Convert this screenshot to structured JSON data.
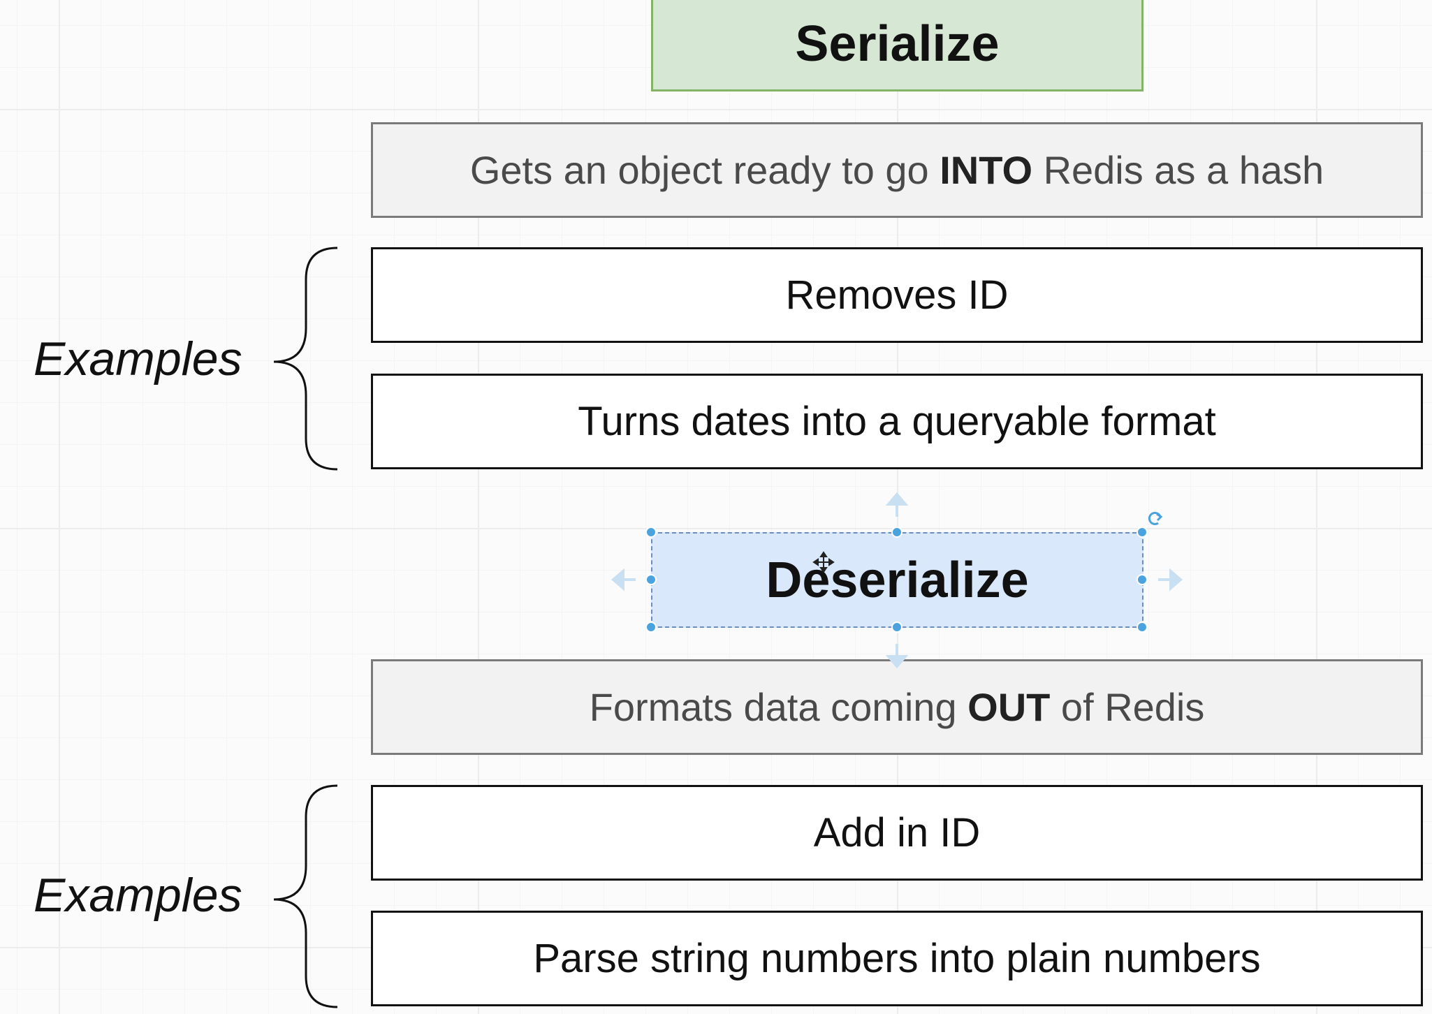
{
  "serialize": {
    "title": "Serialize",
    "description": {
      "before": "Gets an object ready to go ",
      "bold": "INTO",
      "after": " Redis as a hash"
    },
    "examples_label": "Examples",
    "examples": [
      "Removes ID",
      "Turns dates into a queryable format"
    ]
  },
  "deserialize": {
    "title": "Deserialize",
    "description": {
      "before": "Formats data coming ",
      "bold": "OUT",
      "after": " of Redis"
    },
    "examples_label": "Examples",
    "examples": [
      "Add in ID",
      "Parse string numbers into plain numbers"
    ]
  },
  "colors": {
    "serialize_fill": "#d6e8d4",
    "serialize_border": "#82b366",
    "deserialize_fill": "#dae8fc",
    "deserialize_border": "#6c8ebf",
    "selection_handle": "#4aa3df",
    "description_fill": "#f2f2f2"
  }
}
